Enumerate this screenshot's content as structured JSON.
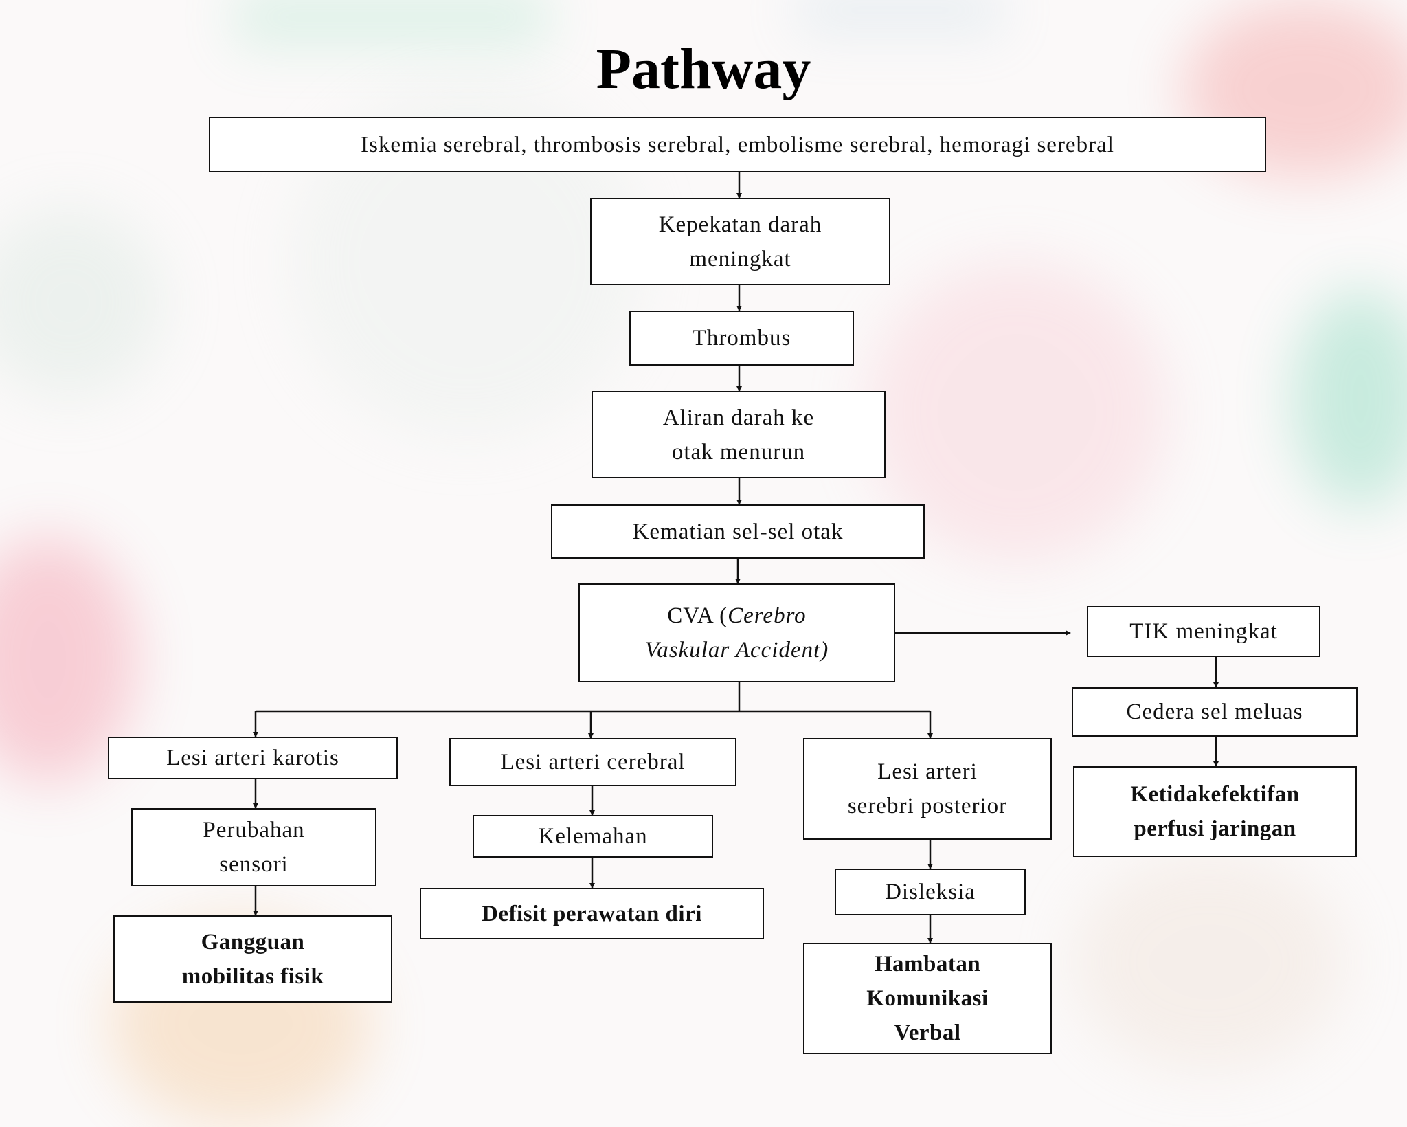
{
  "title": "Pathway",
  "nodes": {
    "causes": "Iskemia  serebral, thrombosis  serebral, embolisme  serebral, hemoragi  serebral",
    "kepekatan": [
      "Kepekatan darah",
      "meningkat"
    ],
    "thrombus": "Thrombus",
    "aliran": [
      "Aliran  darah ke",
      "otak menurun"
    ],
    "kematian": "Kematian  sel-sel  otak",
    "cva": {
      "prefix": "CVA (",
      "line1_italic": "Cerebro",
      "line2_italic": "Vaskular Accident)"
    },
    "tik": "TIK meningkat",
    "cedera": "Cedera sel meluas",
    "perfusi": [
      "Ketidakefektifan",
      "perfusi jaringan"
    ],
    "karotis": "Lesi  arteri karotis",
    "sensori": [
      "Perubahan",
      "sensori"
    ],
    "mobilitas": [
      "Gangguan",
      "mobilitas  fisik"
    ],
    "cerebral": "Lesi  arteri  cerebral",
    "kelemahan": "Kelemahan",
    "defisit": "Defisit perawatan  diri",
    "posterior": [
      "Lesi  arteri",
      "serebri  posterior"
    ],
    "disleksia": "Disleksia",
    "komunikasi": [
      "Hambatan",
      "Komunikasi",
      "Verbal"
    ]
  }
}
